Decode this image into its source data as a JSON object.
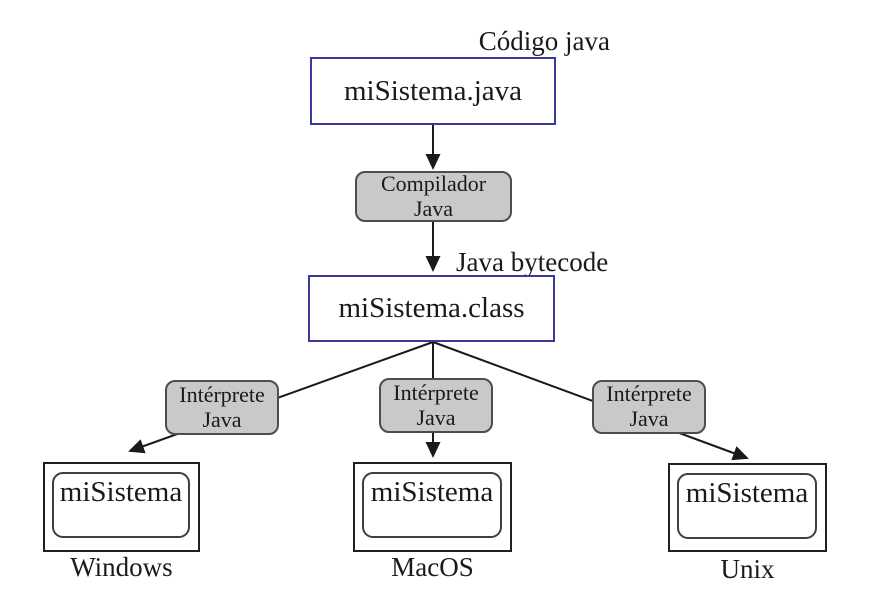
{
  "colors": {
    "accent-blue": "#3a3a9d",
    "node-fill": "#c9c9c9",
    "node-border": "#4d4d4d",
    "line-color": "#1a1a1a"
  },
  "labels": {
    "source": "Código java",
    "bytecode": "Java bytecode"
  },
  "nodes": {
    "source_file": "miSistema.java",
    "compiled_file": "miSistema.class",
    "compiler": {
      "line1": "Compilador",
      "line2": "Java"
    }
  },
  "interpreters": [
    {
      "line1": "Intérprete",
      "line2": "Java"
    },
    {
      "line1": "Intérprete",
      "line2": "Java"
    },
    {
      "line1": "Intérprete",
      "line2": "Java"
    }
  ],
  "platforms": [
    {
      "program": "miSistema",
      "os": "Windows"
    },
    {
      "program": "miSistema",
      "os": "MacOS"
    },
    {
      "program": "miSistema",
      "os": "Unix"
    }
  ]
}
